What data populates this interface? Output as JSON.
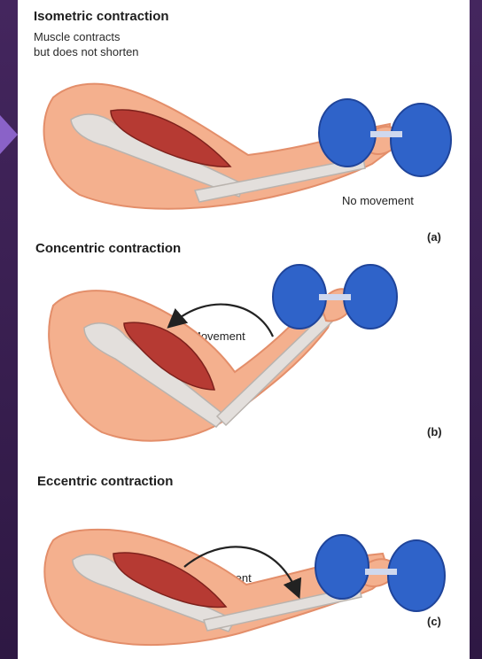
{
  "panels": [
    {
      "title": "Isometric contraction",
      "subtitle_line1": "Muscle contracts",
      "subtitle_line2": "but does not shorten",
      "movement_text": "No movement",
      "tag": "(a)"
    },
    {
      "title": "Concentric contraction",
      "movement_text": "Movement",
      "tag": "(b)"
    },
    {
      "title": "Eccentric contraction",
      "movement_text": "Movement",
      "tag": "(c)"
    }
  ],
  "colors": {
    "background": "#3a1f52",
    "accent_arrow": "#8a62c8",
    "skin": "#f4b08e",
    "skin_edge": "#e38e6a",
    "bone": "#e3dfdc",
    "muscle": "#b63a33",
    "weight": "#2f63c9"
  }
}
